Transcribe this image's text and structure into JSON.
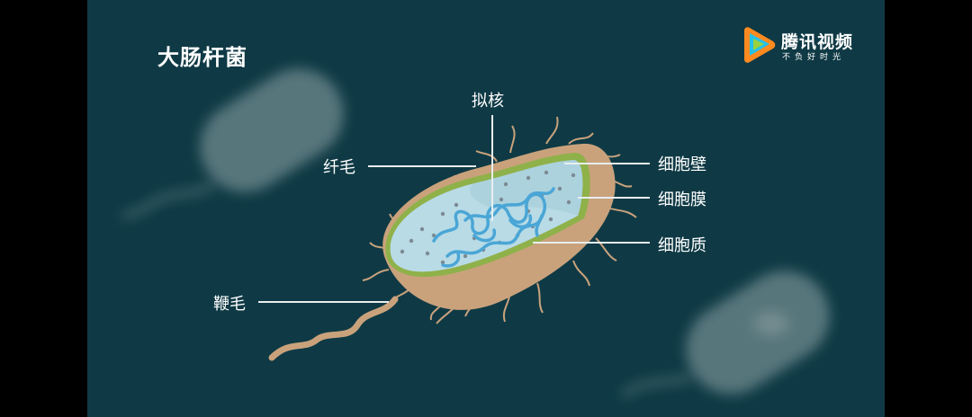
{
  "title": "大肠杆菌",
  "logo": {
    "brand": "腾讯视频",
    "slogan": "不负好时光"
  },
  "labels": {
    "nucleoid": "拟核",
    "pili": "纤毛",
    "flagellum": "鞭毛",
    "cell_wall": "细胞壁",
    "cell_membrane": "细胞膜",
    "cytoplasm": "细胞质"
  },
  "colors": {
    "background": "#0f3a45",
    "cell_wall": "#c9a27c",
    "cell_membrane": "#8fb14a",
    "cytoplasm": "#b8dbe6",
    "dna": "#4aa6d6"
  }
}
